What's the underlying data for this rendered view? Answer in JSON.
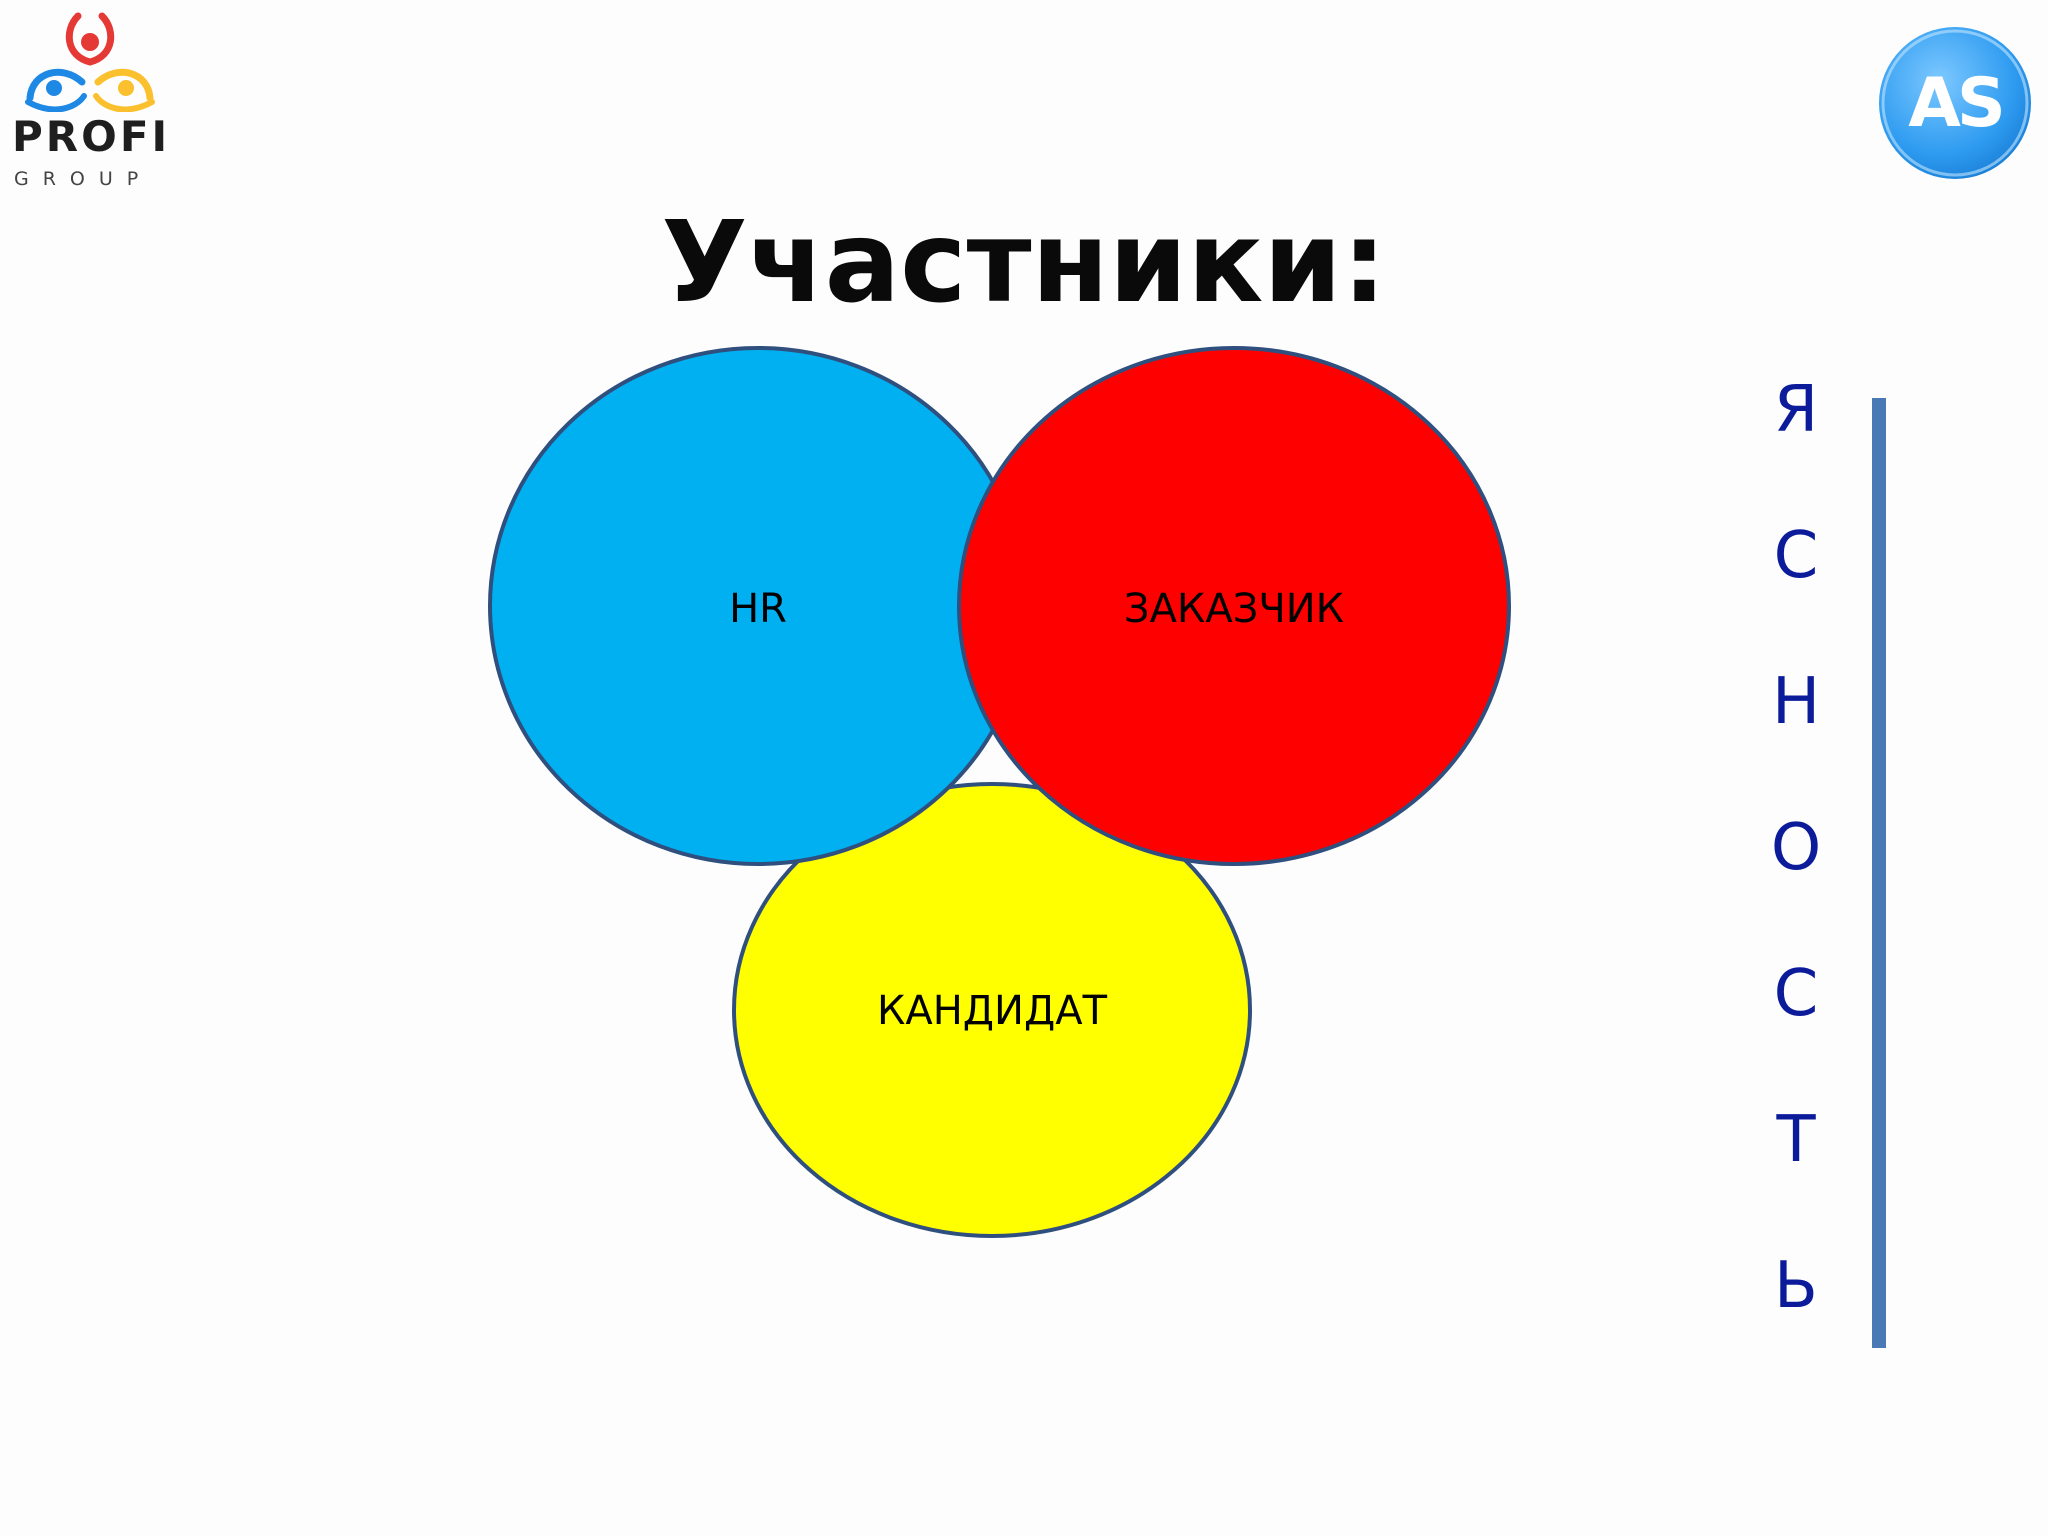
{
  "logo_left": {
    "line1": "PROFI",
    "line2": "GROUP"
  },
  "logo_right": {
    "text": "AS"
  },
  "title": "Участники:",
  "venn": {
    "circles": [
      {
        "label": "HR",
        "color": "#00b0f0"
      },
      {
        "label": "ЗАКАЗЧИК",
        "color": "#ff0000"
      },
      {
        "label": "КАНДИДАТ",
        "color": "#ffff00"
      }
    ],
    "stroke_color": "#2f4f7f"
  },
  "vertical_word": {
    "letters": [
      "Я",
      "С",
      "Н",
      "О",
      "С",
      "Т",
      "Ь"
    ],
    "color": "#0b1b9a",
    "bar_color": "#4a7ab5"
  }
}
